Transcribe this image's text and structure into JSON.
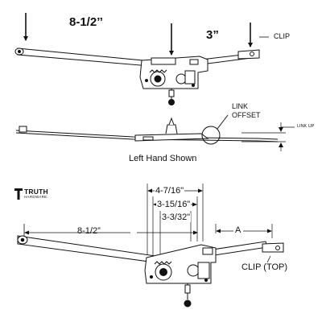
{
  "labels": {
    "top_length": "8-1/2’’",
    "top_offset": "3”",
    "clip": "CLIP",
    "link_offset_line1": "LINK",
    "link_offset_line2": "OFFSET",
    "link_up": "LINK UP",
    "caption": "Left Hand Shown",
    "dim_1": "4-7/16\"",
    "dim_2": "3-15/16\"",
    "dim_3": "3-3/32\"",
    "bottom_length": "8-1/2”",
    "dim_a": "A",
    "clip_top": "CLIP (TOP)"
  },
  "logo": {
    "word": "TRUTH",
    "sub": "HARDWARE."
  }
}
